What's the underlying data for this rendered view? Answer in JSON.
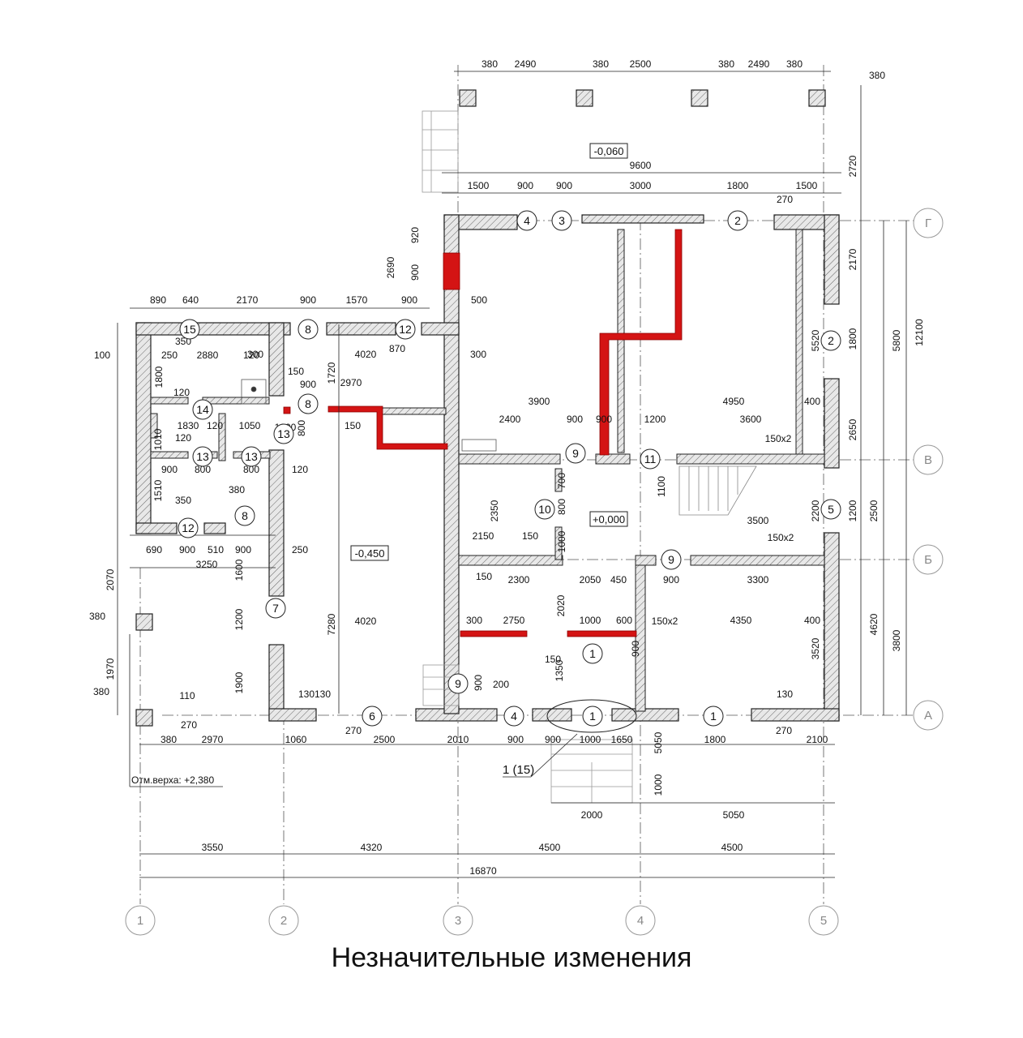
{
  "caption": "Незначительные изменения",
  "roof_note": "Отм.верха: +2,380",
  "door_tag": "1 (15)",
  "levels": [
    "-0,060",
    "-0,450",
    "+0,000"
  ],
  "axes_vertical": [
    "1",
    "2",
    "3",
    "4",
    "5"
  ],
  "axes_horizontal": [
    "Г",
    "В",
    "Б",
    "А"
  ],
  "dimensions": {
    "top_row": [
      "380",
      "2490",
      "380",
      "2500",
      "380",
      "2490",
      "380",
      "380"
    ],
    "overall_porch": "9600",
    "second_row": [
      "1500",
      "900",
      "900",
      "3000",
      "1800",
      "270",
      "1500"
    ],
    "left_top_row": [
      "890",
      "640",
      "2170",
      "900",
      "1570",
      "900",
      "500"
    ],
    "bottom_chain_1": [
      "380",
      "2970",
      "1060",
      "270",
      "2500",
      "2010",
      "900",
      "900",
      "1000",
      "1650",
      "1800",
      "270",
      "2100"
    ],
    "bottom_chain_2": [
      "2000",
      "5050"
    ],
    "axis_spacing": [
      "3550",
      "4320",
      "4500",
      "4500"
    ],
    "overall_width": "16870",
    "right_column": [
      "2720",
      "2170",
      "1800",
      "2650",
      "1200",
      "2500",
      "5800",
      "12100",
      "3800",
      "4620",
      "3520",
      "2200",
      "5520"
    ],
    "interior": [
      "920",
      "900",
      "2690",
      "870",
      "300",
      "300",
      "4020",
      "2970",
      "3900",
      "4950",
      "400",
      "2400",
      "900",
      "900",
      "1200",
      "3600",
      "150x2",
      "150x2",
      "150x2",
      "2350",
      "2150",
      "150",
      "700",
      "800",
      "1000",
      "1100",
      "3500",
      "2300",
      "2050",
      "450",
      "900",
      "3300",
      "150",
      "300",
      "2750",
      "1000",
      "600",
      "4350",
      "400",
      "2020",
      "1350",
      "150",
      "200",
      "900",
      "130",
      "130",
      "7280",
      "4020",
      "1720",
      "150",
      "900",
      "150",
      "800",
      "1000",
      "900",
      "1000",
      "5050",
      "2070",
      "1970",
      "380",
      "380",
      "110",
      "270",
      "100",
      "250",
      "2880",
      "120",
      "350",
      "1800",
      "120",
      "1830",
      "120",
      "1050",
      "1010",
      "120",
      "900",
      "800",
      "800",
      "120",
      "1510",
      "380",
      "350",
      "690",
      "900",
      "510",
      "900",
      "3250",
      "250",
      "1600",
      "1200",
      "1900",
      "130"
    ]
  },
  "marks": [
    "15",
    "8",
    "12",
    "8",
    "4",
    "3",
    "2",
    "14",
    "13",
    "13",
    "13",
    "12",
    "8",
    "7",
    "9",
    "10",
    "9",
    "11",
    "2",
    "5",
    "9",
    "1",
    "1",
    "6",
    "4",
    "1",
    "2"
  ]
}
